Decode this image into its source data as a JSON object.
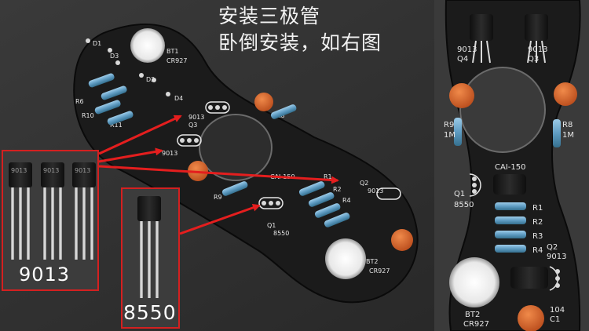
{
  "caption": {
    "line1": "安装三极管",
    "line2": "卧倒安装，如右图"
  },
  "labels": {
    "part_a": "9013",
    "part_b": "8550"
  },
  "board_text": {
    "q3_model": "9013",
    "q3_ref": "Q3",
    "q4_model": "9013",
    "q4_ref": "Q4",
    "q1_ref": "Q1",
    "q1_model": "8550",
    "q2_ref": "Q2",
    "q2_model": "9013",
    "cap_label": "CAI-150",
    "cap_code": "104",
    "r1": "R1",
    "r2": "R2",
    "r3": "R3",
    "r4": "R4",
    "r8": "R8",
    "r9": "R9",
    "r10": "R10",
    "r11": "R11",
    "r6": "R6",
    "res_1m": "1M",
    "d1": "D1",
    "d2": "D2",
    "d3": "D3",
    "d4": "D4",
    "bt1": "BT1",
    "bt2": "BT2",
    "cr927": "CR927",
    "c1": "C1"
  },
  "transistor_marks": {
    "t1": "9013",
    "t2": "9013",
    "t3": "9013"
  },
  "colors": {
    "arrow": "#e41e1e",
    "pcb": "#1b1b1b",
    "silk": "#e6e6e6",
    "capacitor": "#d9672c",
    "resistor": "#6ea6c8"
  }
}
